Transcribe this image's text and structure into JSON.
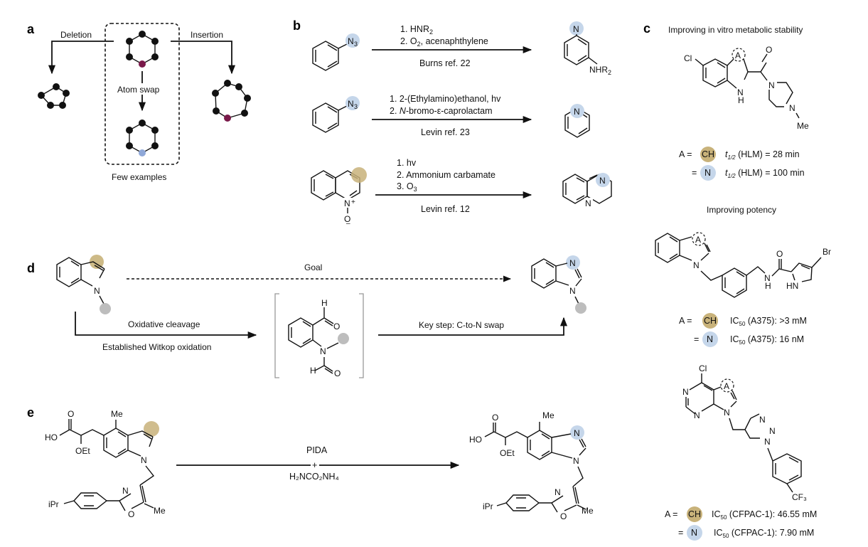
{
  "colors": {
    "carbon_highlight": "#c8b27a",
    "nitrogen_highlight": "#c5d6ea",
    "heteroatom_purple": "#7a1a4a",
    "swapped_atom_blue": "#8fa8d8",
    "substituent_grey": "#bdbdbd"
  },
  "panel_a": {
    "label": "a",
    "deletion": "Deletion",
    "insertion": "Insertion",
    "atom_swap": "Atom swap",
    "few_examples": "Few examples"
  },
  "panel_b": {
    "label": "b",
    "reactions": [
      {
        "reagent1": "1. HNR",
        "reagent1_sub": "2",
        "reagent2a": "2. O",
        "reagent2_sub": "2",
        "reagent2b": ", acenaphthylene",
        "ref": "Burns ref. 22",
        "product_sub": "NHR",
        "product_sub_idx": "2"
      },
      {
        "reagent1": "1. 2-(Ethylamino)ethanol, hv",
        "reagent2_ital": "N",
        "reagent2": "-bromo-ε-caprolactam",
        "reagent2_prefix": "2. ",
        "ref": "Levin ref. 23"
      },
      {
        "reagent1": "1. hv",
        "reagent2": "2. Ammonium carbamate",
        "reagent3": "3. O",
        "reagent3_sub": "3",
        "ref": "Levin ref. 12"
      }
    ],
    "azide_label": "N",
    "azide_sub": "3"
  },
  "panel_c": {
    "label": "c",
    "section1_title": "Improving in vitro metabolic stability",
    "section2_title": "Improving potency",
    "rows1": [
      {
        "prefix": "A =",
        "atom": "CH",
        "metric": "t",
        "metric_sub": "1/2",
        "value": " (HLM) = 28 min"
      },
      {
        "prefix": "=",
        "atom": "N",
        "metric": "t",
        "metric_sub": "1/2",
        "value": " (HLM) = 100 min"
      }
    ],
    "rows2": [
      {
        "prefix": "A =",
        "atom": "CH",
        "metric": "IC",
        "metric_sub": "50",
        "value": " (A375): >3 mM"
      },
      {
        "prefix": "=",
        "atom": "N",
        "metric": "IC",
        "metric_sub": "50",
        "value": " (A375): 16 nM"
      }
    ],
    "rows3": [
      {
        "prefix": "A =",
        "atom": "CH",
        "metric": "IC",
        "metric_sub": "50",
        "value": " (CFPAC-1): 46.55 mM"
      },
      {
        "prefix": "=",
        "atom": "N",
        "metric": "IC",
        "metric_sub": "50",
        "value": " (CFPAC-1): 7.90 mM"
      }
    ]
  },
  "panel_d": {
    "label": "d",
    "goal": "Goal",
    "oxidative_cleavage": "Oxidative cleavage",
    "witkop": "Established Witkop oxidation",
    "key_step": "Key step: C-to-N swap"
  },
  "panel_e": {
    "label": "e",
    "reagent_top": "PIDA",
    "plus": "+",
    "reagent_bottom": "H₂NCO₂NH₄"
  },
  "atoms": {
    "Cl": "Cl",
    "O": "O",
    "N": "N",
    "H": "H",
    "NH": "NH",
    "HN": "HN",
    "Me": "Me",
    "Br": "Br",
    "CF3": "CF₃",
    "HO": "HO",
    "OEt": "OEt",
    "iPr": "iPr",
    "A": "A",
    "Nplus": "+",
    "Ominus": "O",
    "minus": "–"
  }
}
